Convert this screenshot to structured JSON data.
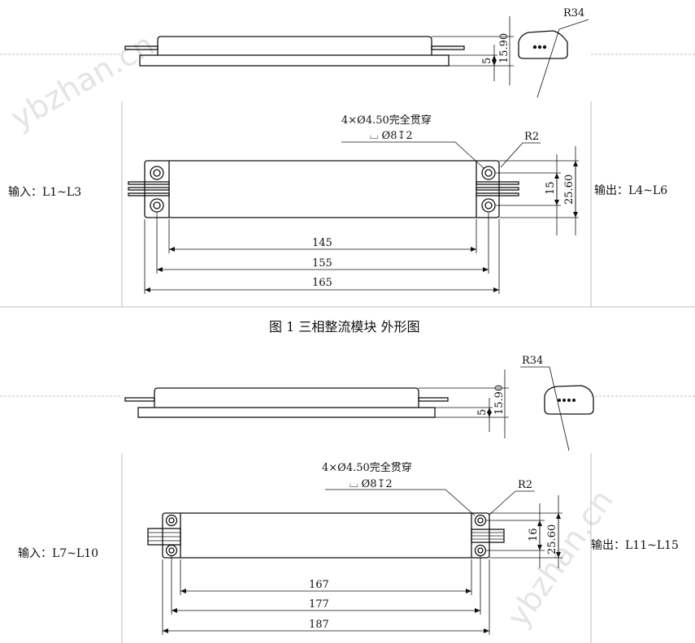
{
  "watermark": "ybzhan.cn",
  "figure1": {
    "caption": "图 1 三相整流模块 外形图",
    "input_label": "输入：L1~L3",
    "output_label": "输出：L4~L6",
    "hole_note": "4×Ø4.50完全贯穿",
    "counterbore_note": "⌴ Ø8↧2",
    "radius_corner": "R2",
    "radius_end": "R34",
    "height_total": "15.90",
    "height_base": "5",
    "width_total": "25.60",
    "hole_spacing_y": "15",
    "len_145": "145",
    "len_155": "155",
    "len_165": "165"
  },
  "figure2": {
    "input_label": "输入：L7~L10",
    "output_label": "输出：L11~L15",
    "hole_note": "4×Ø4.50完全贯穿",
    "counterbore_note": "⌴ Ø8↧2",
    "radius_corner": "R2",
    "radius_end": "R34",
    "height_total": "15.90",
    "height_base": "5",
    "width_total": "25.60",
    "hole_spacing_y": "16",
    "len_167": "167",
    "len_177": "177",
    "len_187": "187"
  }
}
